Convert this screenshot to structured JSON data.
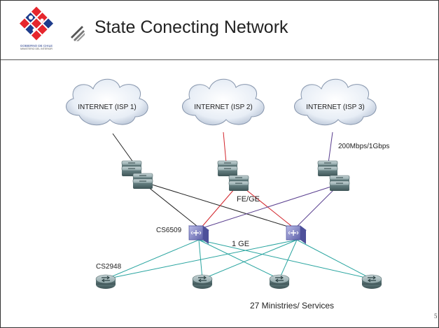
{
  "slide": {
    "title": "State Conecting Network",
    "page_number": "5",
    "logo": {
      "text": "GOBIERNO DE CHILE",
      "subtext": "MINISTERIO DEL INTERIOR"
    }
  },
  "diagram": {
    "clouds": [
      {
        "label": "INTERNET (ISP 1)"
      },
      {
        "label": "INTERNET (ISP 2)"
      },
      {
        "label": "INTERNET (ISP 3)"
      }
    ],
    "link_labels": {
      "isp_speed": "200Mbps/1Gbps",
      "core_uplink": "FE/GE",
      "core_switch": "CS6509",
      "access_link": "1 GE",
      "access_switch": "CS2948",
      "services": "27 Ministries/ Services"
    },
    "colors": {
      "isp1_link": "#222222",
      "isp2_link": "#d2232a",
      "isp3_link": "#5a3f8f",
      "access_link": "#2aa5a0",
      "router": "#6d8b8c",
      "switch": "#7d7fc3"
    }
  }
}
